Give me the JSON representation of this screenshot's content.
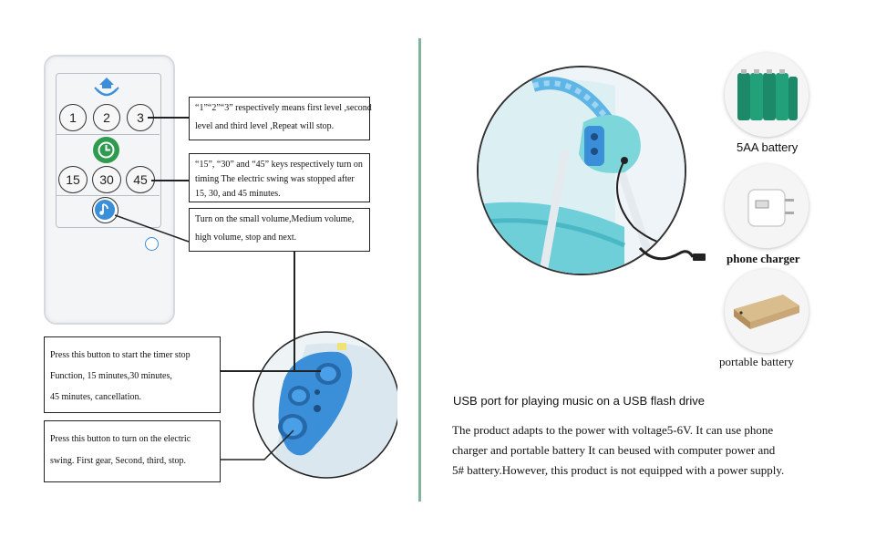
{
  "remote": {
    "keys_row1": [
      "1",
      "2",
      "3"
    ],
    "keys_row2": [
      "15",
      "30",
      "45"
    ]
  },
  "notes": {
    "levels": [
      "“1”“2”“3” respectively means first level ,second",
      "level and third level ,Repeat will stop."
    ],
    "timing": [
      "“15”, “30” and “45” keys respectively turn on",
      "timing The electric swing was stopped after",
      "15, 30, and 45 minutes."
    ],
    "volume": [
      "Turn on the small volume,Medium volume,",
      "high volume, stop and next."
    ],
    "timer_button": [
      "Press this button to start the timer stop",
      "Function, 15 minutes,30 minutes,",
      "45 minutes, cancellation."
    ],
    "power_button": [
      "Press this button to turn on the electric",
      "swing. First gear, Second, third, stop."
    ]
  },
  "accessories": {
    "battery": "5AA battery",
    "charger": "phone charger",
    "powerbank": "portable battery"
  },
  "usb_heading": "USB port for playing music on a USB flash drive",
  "power_text": [
    "The product adapts to the power with voltage5-6V. It can  use phone",
    "charger and portable battery It can beused with computer power and",
    "5# battery.However, this product is not equipped with a power supply."
  ],
  "colors": {
    "divider": "#7fb59d",
    "clock_button": "#2e9b4f",
    "device_blue": "#3a8fd8",
    "bank_gold": "#c9a777",
    "battery_green": "#1c8a68"
  }
}
